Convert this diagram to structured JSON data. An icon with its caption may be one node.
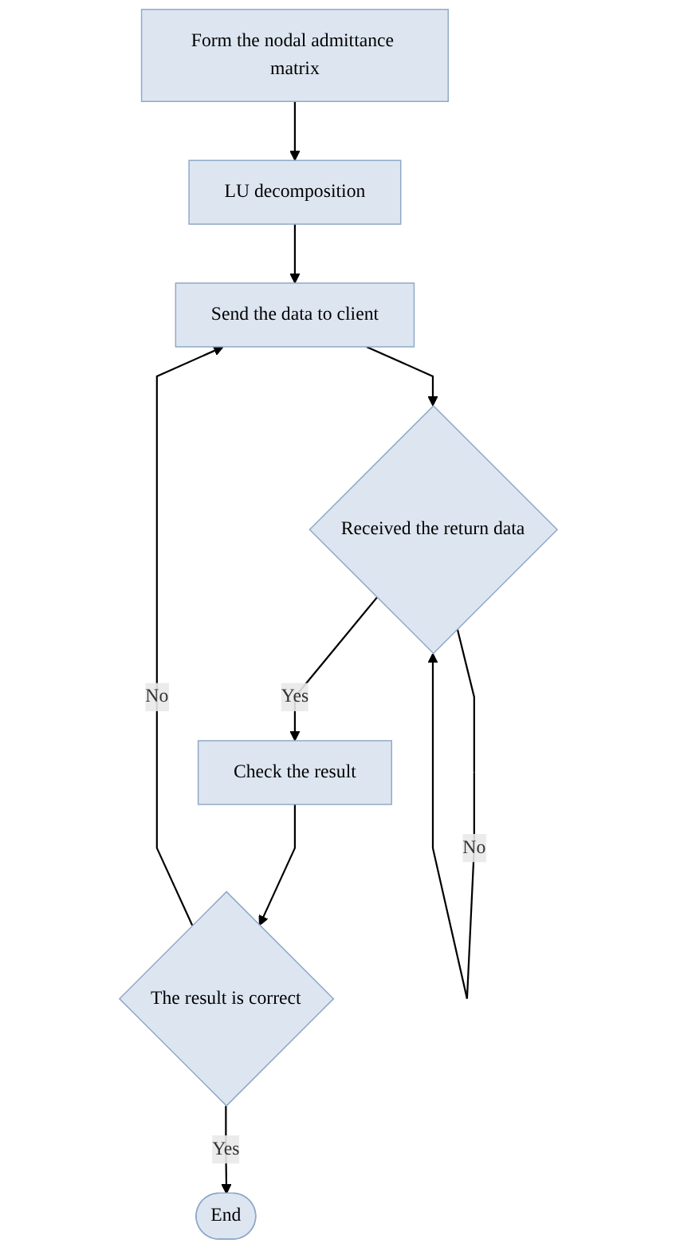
{
  "diagram": {
    "nodes": [
      {
        "text": [
          "Form the nodal admittance matrix"
        ]
      },
      {
        "text": [
          "LU decomposition"
        ]
      },
      {
        "text": [
          "Send the data to client"
        ]
      },
      {
        "text": [
          "Received the return data"
        ]
      },
      {
        "text": [
          "Check the result"
        ]
      },
      {
        "text": [
          "The result is correct"
        ]
      },
      {
        "text": [
          "End"
        ]
      }
    ],
    "edges": [
      {
        "from": 0,
        "to": 1,
        "arrow": "to"
      },
      {
        "from": 1,
        "to": 2,
        "arrow": "to"
      },
      {
        "from": 2,
        "to": 3,
        "arrow": "to"
      },
      {
        "from": 3,
        "to": 3,
        "arrow": "to",
        "label": "No"
      },
      {
        "from": 3,
        "to": 4,
        "arrow": "to",
        "label": "Yes"
      },
      {
        "from": 4,
        "to": 5,
        "arrow": "to"
      },
      {
        "from": 5,
        "to": 2,
        "arrow": "to",
        "label": "No"
      },
      {
        "from": 5,
        "to": 6,
        "arrow": "to",
        "label": "Yes"
      }
    ]
  }
}
